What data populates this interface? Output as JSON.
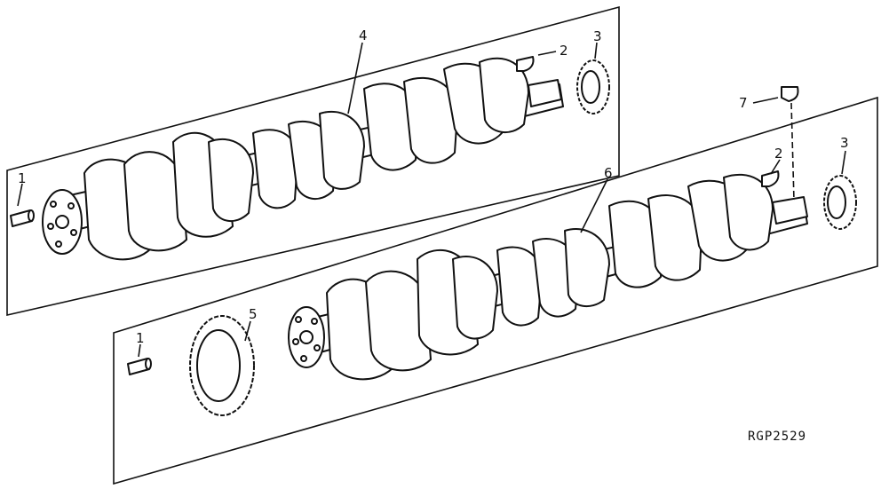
{
  "callouts": {
    "c1a": "1",
    "c1b": "1",
    "c2a": "2",
    "c2b": "2",
    "c3a": "3",
    "c3b": "3",
    "c4": "4",
    "c5": "5",
    "c6": "6",
    "c7": "7"
  },
  "reference_code": "RGP2529",
  "colors": {
    "ink": "#111111",
    "background": "#ffffff"
  }
}
